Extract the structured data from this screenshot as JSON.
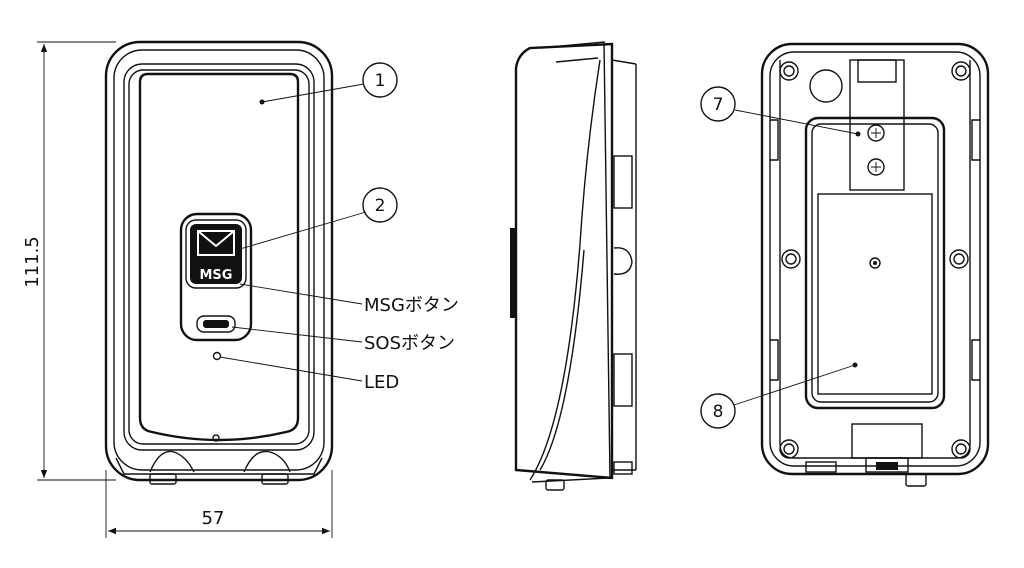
{
  "dimensions": {
    "height": "111.5",
    "width": "57"
  },
  "callouts": {
    "c1": "1",
    "c2": "2",
    "c7": "7",
    "c8": "8"
  },
  "labels": {
    "msg_button": "MSGボタン",
    "sos_button": "SOSボタン",
    "led": "LED"
  },
  "device_markings": {
    "msg": "MSG"
  }
}
